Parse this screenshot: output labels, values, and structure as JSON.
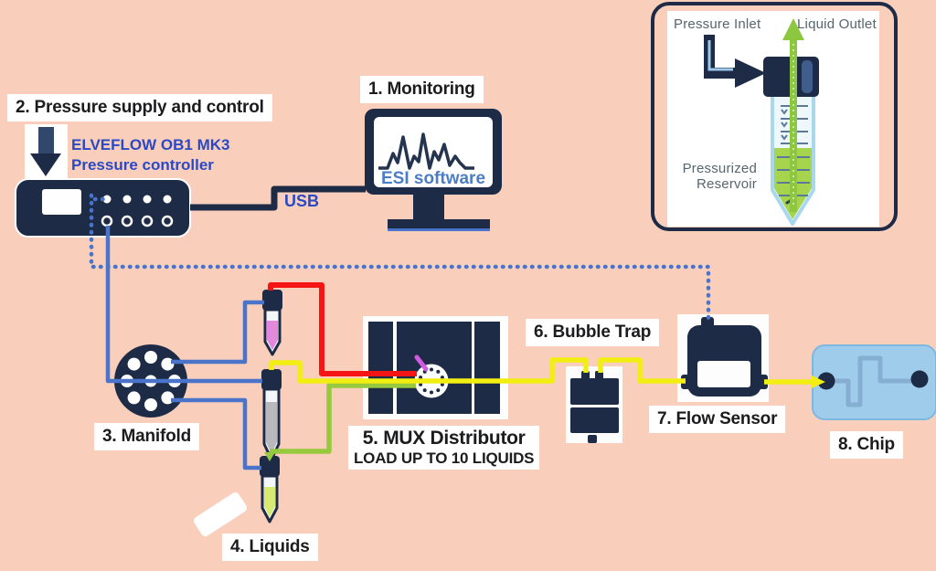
{
  "colors": {
    "background": "#f9cfbc",
    "navy": "#1d2b47",
    "blue_line": "#4a74c9",
    "blue_text": "#2b49c4",
    "red_line": "#f51515",
    "yellow_line": "#f2ee12",
    "green_line": "#97c93e",
    "magenta_indicator": "#cf5ce0",
    "pink_liquid": "#e288dd",
    "gray_liquid": "#b9b9bd",
    "lime_liquid": "#d5ea6e",
    "chip_body": "#a0ccec",
    "chip_channel": "#86aed2",
    "inset_green": "#8dc63f",
    "inset_text": "#56656e",
    "esi_text": "#4b7dc5",
    "label_text": "#1c1c1e",
    "label_bg": "#ffffff"
  },
  "steps": {
    "monitoring": "1. Monitoring",
    "pressure_supply": "2. Pressure supply and control",
    "manifold": "3. Manifold",
    "liquids": "4. Liquids",
    "mux_title": "5. MUX Distributor",
    "mux_subtitle": "LOAD UP TO 10 LIQUIDS",
    "bubble_trap": "6. Bubble Trap",
    "flow_sensor": "7. Flow Sensor",
    "chip": "8. Chip"
  },
  "pressure_controller": {
    "name_line1": "ELVEFLOW OB1 MK3",
    "name_line2": "Pressure controller",
    "cable_label": "USB"
  },
  "monitor": {
    "screen_label": "ESI software"
  },
  "reservoir_inset": {
    "pressure_inlet": "Pressure Inlet",
    "liquid_outlet": "Liquid Outlet",
    "reservoir_line1": "Pressurized",
    "reservoir_line2": "Reservoir"
  }
}
